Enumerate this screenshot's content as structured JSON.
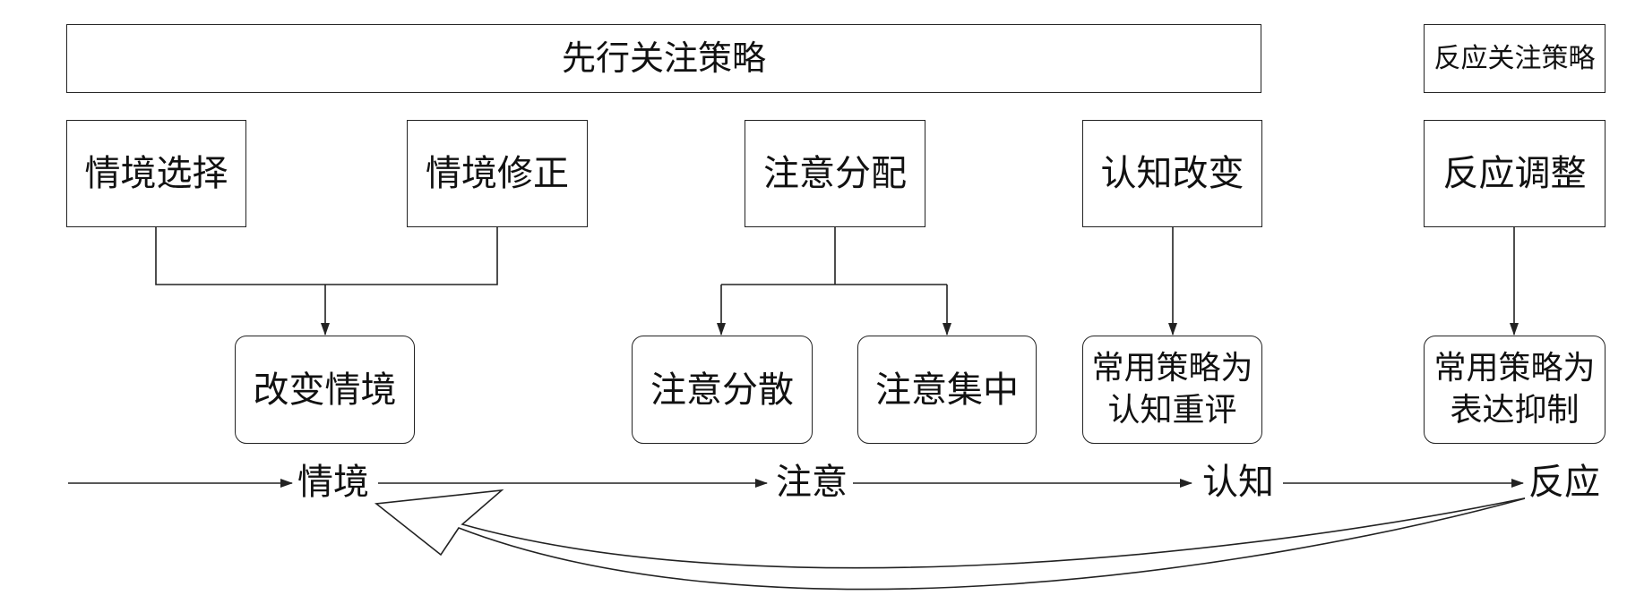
{
  "headers": {
    "antecedent": "先行关注策略",
    "response": "反应关注策略"
  },
  "strategies": {
    "situation_selection": "情境选择",
    "situation_modification": "情境修正",
    "attention_deployment": "注意分配",
    "cognitive_change": "认知改变",
    "response_modulation": "反应调整"
  },
  "outcomes": {
    "change_situation": "改变情境",
    "distraction": "注意分散",
    "concentration": "注意集中",
    "reappraisal": [
      "常用策略为",
      "认知重评"
    ],
    "suppression": [
      "常用策略为",
      "表达抑制"
    ]
  },
  "timeline": [
    "情境",
    "注意",
    "认知",
    "反应"
  ]
}
